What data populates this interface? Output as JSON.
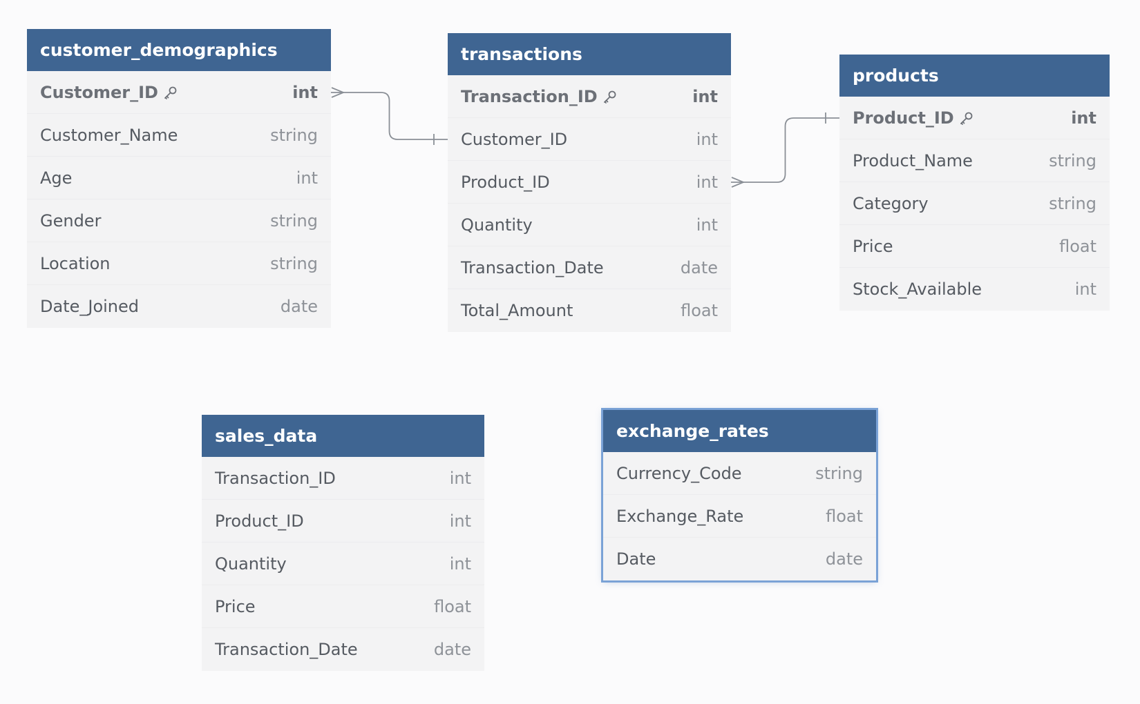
{
  "tables": [
    {
      "id": "customer_demographics",
      "title": "customer_demographics",
      "columns": [
        {
          "name": "Customer_ID",
          "type": "int",
          "pk": true
        },
        {
          "name": "Customer_Name",
          "type": "string"
        },
        {
          "name": "Age",
          "type": "int"
        },
        {
          "name": "Gender",
          "type": "string"
        },
        {
          "name": "Location",
          "type": "string"
        },
        {
          "name": "Date_Joined",
          "type": "date"
        }
      ]
    },
    {
      "id": "transactions",
      "title": "transactions",
      "columns": [
        {
          "name": "Transaction_ID",
          "type": "int",
          "pk": true
        },
        {
          "name": "Customer_ID",
          "type": "int"
        },
        {
          "name": "Product_ID",
          "type": "int"
        },
        {
          "name": "Quantity",
          "type": "int"
        },
        {
          "name": "Transaction_Date",
          "type": "date"
        },
        {
          "name": "Total_Amount",
          "type": "float"
        }
      ]
    },
    {
      "id": "products",
      "title": "products",
      "columns": [
        {
          "name": "Product_ID",
          "type": "int",
          "pk": true
        },
        {
          "name": "Product_Name",
          "type": "string"
        },
        {
          "name": "Category",
          "type": "string"
        },
        {
          "name": "Price",
          "type": "float"
        },
        {
          "name": "Stock_Available",
          "type": "int"
        }
      ]
    },
    {
      "id": "sales_data",
      "title": "sales_data",
      "columns": [
        {
          "name": "Transaction_ID",
          "type": "int"
        },
        {
          "name": "Product_ID",
          "type": "int"
        },
        {
          "name": "Quantity",
          "type": "int"
        },
        {
          "name": "Price",
          "type": "float"
        },
        {
          "name": "Transaction_Date",
          "type": "date"
        }
      ]
    },
    {
      "id": "exchange_rates",
      "title": "exchange_rates",
      "selected": true,
      "columns": [
        {
          "name": "Currency_Code",
          "type": "string"
        },
        {
          "name": "Exchange_Rate",
          "type": "float"
        },
        {
          "name": "Date",
          "type": "date"
        }
      ]
    }
  ],
  "relationships": [
    {
      "from_table": "customer_demographics",
      "from_column": "Customer_ID",
      "from_end": "many",
      "to_table": "transactions",
      "to_column": "Customer_ID",
      "to_end": "one"
    },
    {
      "from_table": "transactions",
      "from_column": "Product_ID",
      "from_end": "many",
      "to_table": "products",
      "to_column": "Product_ID",
      "to_end": "one"
    }
  ],
  "colors": {
    "header": "#3f6592",
    "header_text": "#ffffff",
    "body": "#f3f3f4",
    "connector": "#8a8f96",
    "selection": "#7aa2d6"
  },
  "icons": {
    "primary_key": "key-icon"
  }
}
